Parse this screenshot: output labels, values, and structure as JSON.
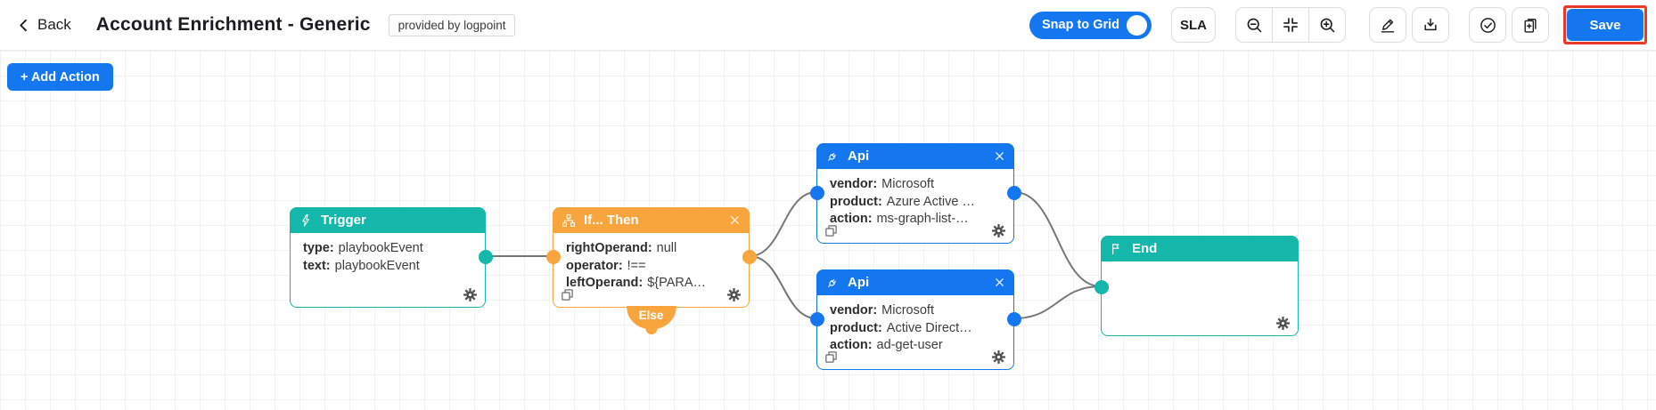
{
  "header": {
    "back": "Back",
    "title": "Account Enrichment - Generic",
    "badge": "provided by logpoint",
    "snap_to_grid": "Snap to Grid",
    "snap_to_grid_on": true,
    "sla": "SLA",
    "save": "Save"
  },
  "canvas": {
    "add_action": "+ Add Action"
  },
  "colors": {
    "accent_blue": "#1577f0",
    "teal": "#15b7ab",
    "orange": "#f7a53c",
    "highlight_red": "#ea3829",
    "connector_gray": "#767676"
  },
  "icons": {
    "back": "chevron-left-icon",
    "zoom_out": "magnifier-minus-icon",
    "fit_view": "fit-to-screen-icon",
    "zoom_in": "magnifier-plus-icon",
    "edit": "pencil-icon",
    "download": "download-tray-icon",
    "validate": "check-circle-icon",
    "notes": "document-plus-icon",
    "trigger": "lightning-icon",
    "ifthen": "sitemap-icon",
    "api": "plug-icon",
    "end": "flag-icon",
    "close": "x-icon",
    "settings": "gear-icon",
    "duplicate": "copy-icon"
  },
  "nodes": {
    "trigger": {
      "title": "Trigger",
      "fields": [
        {
          "key": "type:",
          "value": "playbookEvent"
        },
        {
          "key": "text:",
          "value": "playbookEvent"
        }
      ]
    },
    "ifthen": {
      "title": "If... Then",
      "fields": [
        {
          "key": "rightOperand:",
          "value": "null"
        },
        {
          "key": "operator:",
          "value": "!=="
        },
        {
          "key": "leftOperand:",
          "value": "${PARA…"
        }
      ],
      "else_label": "Else"
    },
    "api_top": {
      "title": "Api",
      "fields": [
        {
          "key": "vendor:",
          "value": "Microsoft"
        },
        {
          "key": "product:",
          "value": "Azure Active …"
        },
        {
          "key": "action:",
          "value": "ms-graph-list-…"
        }
      ]
    },
    "api_bottom": {
      "title": "Api",
      "fields": [
        {
          "key": "vendor:",
          "value": "Microsoft"
        },
        {
          "key": "product:",
          "value": "Active Direct…"
        },
        {
          "key": "action:",
          "value": "ad-get-user"
        }
      ]
    },
    "end": {
      "title": "End"
    }
  }
}
